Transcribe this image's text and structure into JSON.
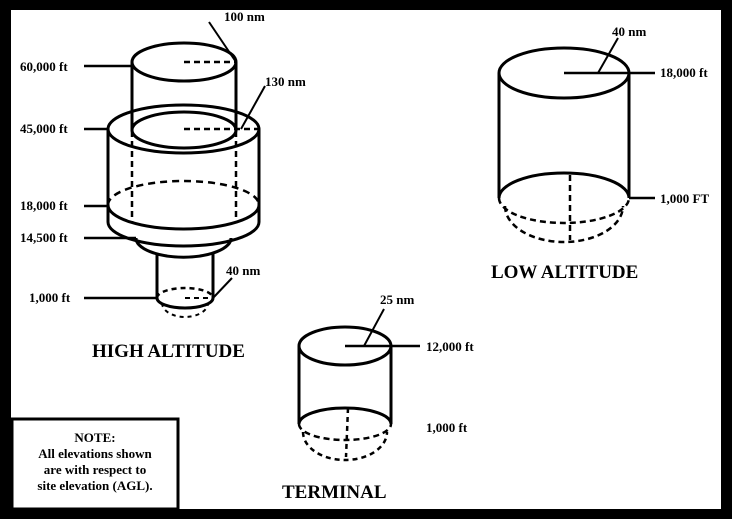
{
  "high_altitude": {
    "title": "HIGH ALTITUDE",
    "radius_upper": "100 nm",
    "radius_middle": "130 nm",
    "radius_lower": "40 nm",
    "elev_60000": "60,000 ft",
    "elev_45000": "45,000 ft",
    "elev_18000": "18,000 ft",
    "elev_14500": "14,500 ft",
    "elev_1000": "1,000 ft"
  },
  "low_altitude": {
    "title": "LOW ALTITUDE",
    "radius": "40 nm",
    "elev_top": "18,000 ft",
    "elev_bottom": "1,000 FT"
  },
  "terminal": {
    "title": "TERMINAL",
    "radius": "25 nm",
    "elev_top": "12,000 ft",
    "elev_bottom": "1,000 ft"
  },
  "note": {
    "line1": "NOTE:",
    "line2": "All elevations shown",
    "line3": "are with respect to",
    "line4": "site elevation (AGL)."
  }
}
